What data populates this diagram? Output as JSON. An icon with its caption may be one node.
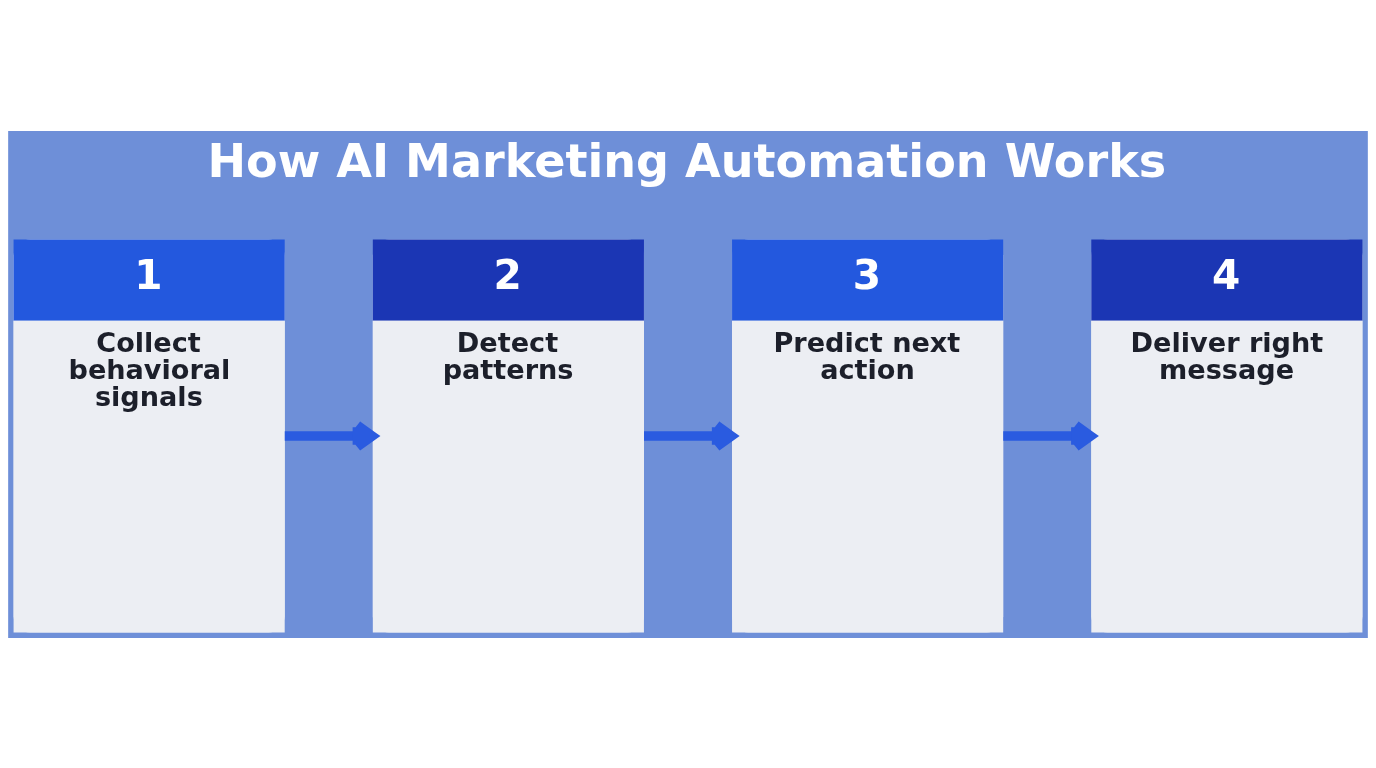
{
  "diagram": {
    "title": "How AI Marketing Automation Works",
    "nodes": [
      {
        "text": [
          "1",
          "Collect behavioral signals"
        ]
      },
      {
        "text": [
          "2",
          "Detect patterns"
        ]
      },
      {
        "text": [
          "3",
          "Predict next action"
        ]
      },
      {
        "text": [
          "4",
          "Deliver right message"
        ]
      }
    ],
    "edges": [
      {
        "from": 0,
        "to": 1,
        "arrow": "to"
      },
      {
        "from": 1,
        "to": 2,
        "arrow": "to"
      },
      {
        "from": 2,
        "to": 3,
        "arrow": "to"
      }
    ]
  }
}
